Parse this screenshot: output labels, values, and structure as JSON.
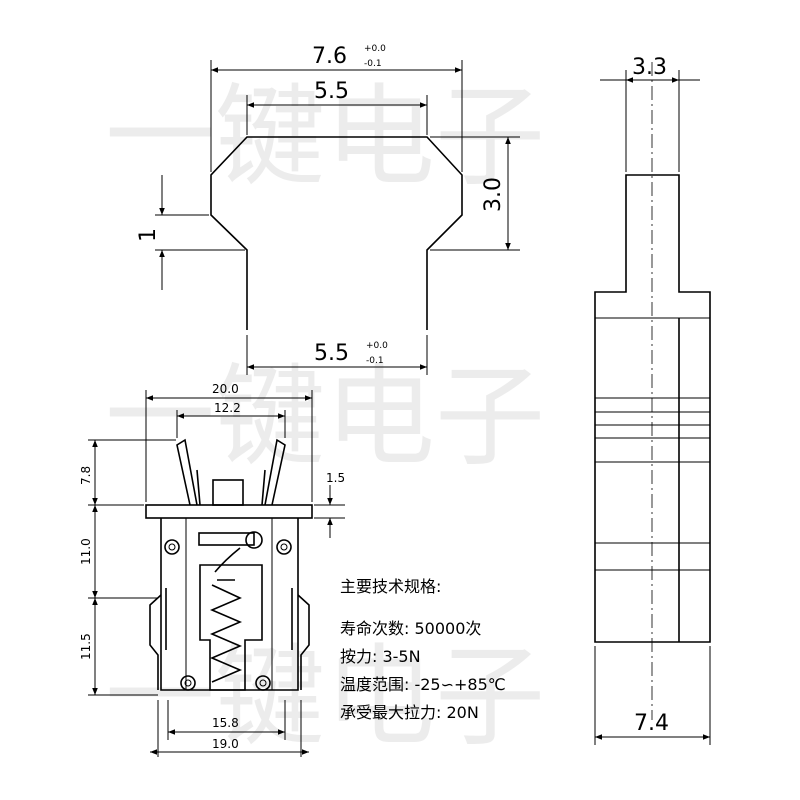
{
  "watermark": "一键电子",
  "top_view": {
    "dim_width": "7.6",
    "dim_width_tol_plus": "+0.0",
    "dim_width_tol_minus": "-0.1",
    "dim_top_width": "5.5",
    "dim_height": "3.0",
    "dim_step": "1",
    "dim_bottom_width": "5.5",
    "dim_bottom_tol_plus": "+0.0",
    "dim_bottom_tol_minus": "-0.1"
  },
  "side_view": {
    "dim_tip_width": "3.3",
    "dim_body_width": "7.4"
  },
  "front_view": {
    "dim_total_width": "20.0",
    "dim_inner_width": "12.2",
    "dim_top_height": "7.8",
    "dim_flange": "1.5",
    "dim_mid_height": "11.0",
    "dim_bottom_height": "11.5",
    "dim_base_inner": "15.8",
    "dim_base_width": "19.0"
  },
  "specs": {
    "title": "主要技术规格:",
    "rows": [
      "寿命次数: 50000次",
      "按力: 3-5N",
      "温度范围: -25∽+85℃",
      "承受最大拉力: 20N"
    ]
  }
}
